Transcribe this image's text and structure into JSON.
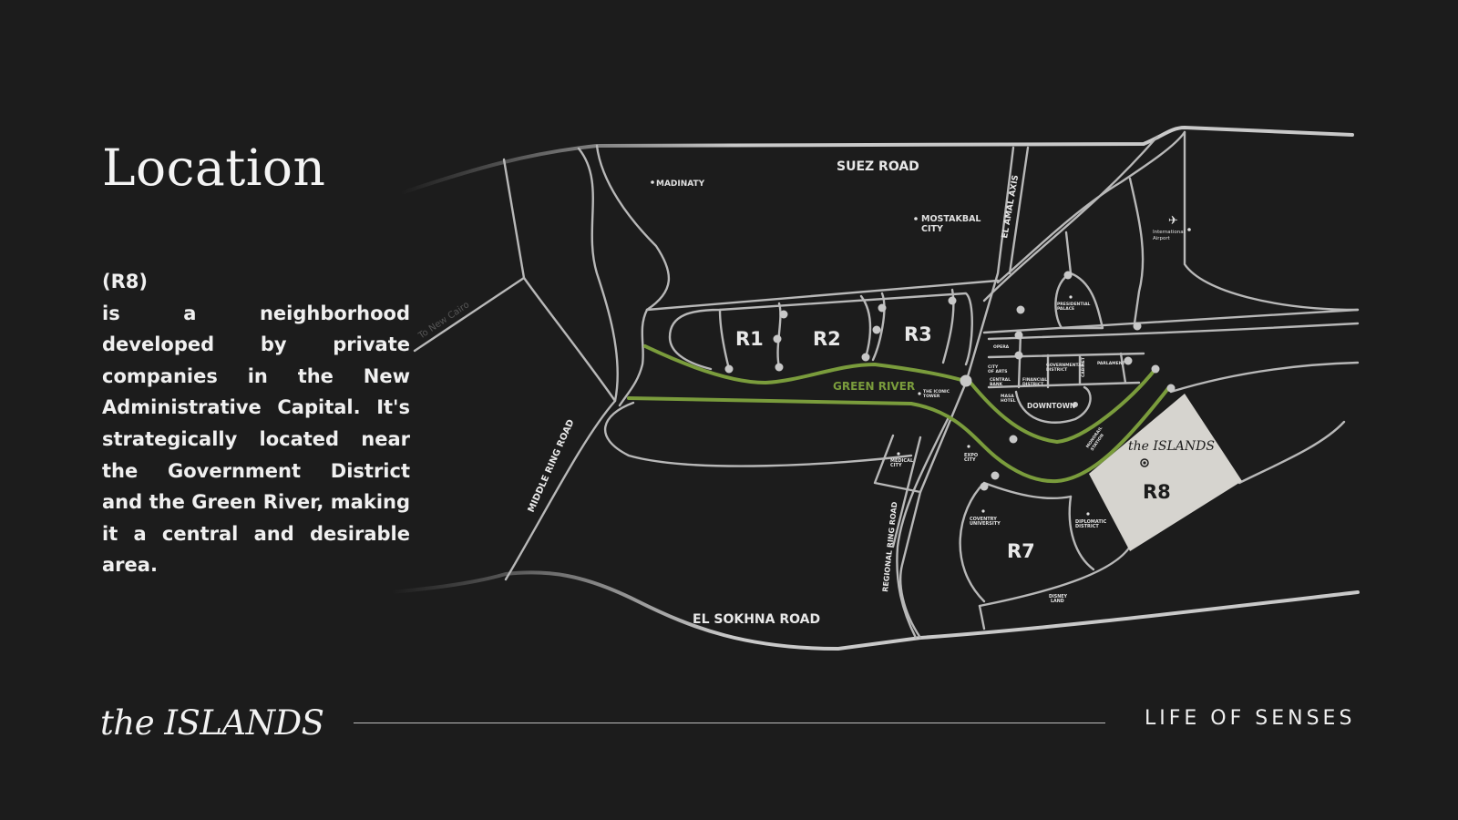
{
  "page": {
    "title": "Location",
    "description_code": "(R8)",
    "description": "is a neighborhood developed by private companies in the New Administrative Capital. It's strategically located near the Government District and the Green River, making it a central and desirable area."
  },
  "map": {
    "roads": {
      "suez": "SUEZ ROAD",
      "sokhna": "EL SOKHNA ROAD",
      "middle_ring": "MIDDLE RING ROAD",
      "regional_ring": "REGIONAL RING ROAD",
      "amal_axis": "EL AMAL AXIS",
      "to_new_cairo": "To New Cairo"
    },
    "zones": {
      "r1": "R1",
      "r2": "R2",
      "r3": "R3",
      "r7": "R7",
      "r8": "R8"
    },
    "river": "GREEN RIVER",
    "places": {
      "madinaty": "MADINATY",
      "mostakbal_1": "MOSTAKBAL",
      "mostakbal_2": "CITY",
      "airport_1": "International",
      "airport_2": "Airport",
      "presidential_1": "PRESIDENTIAL",
      "presidential_2": "PALACE",
      "opera": "OPERA",
      "city_of_arts_1": "CITY",
      "city_of_arts_2": "OF ARTS",
      "governmental_1": "GOVERNMENTAL",
      "governmental_2": "DISTRICT",
      "parlament": "PARLAMENT",
      "cabinet": "CABINET",
      "central_bank_1": "CENTRAL",
      "central_bank_2": "BANK",
      "financial_1": "FINANCIAL",
      "financial_2": "DISTRICT",
      "masa_1": "MASA",
      "masa_2": "HOTEL",
      "iconic_1": "THE ICONIC",
      "iconic_2": "TOWER",
      "downtown": "DOWNTOWN",
      "monorail_1": "MONORAIL",
      "monorail_2": "STATION",
      "medical_1": "MEDICAL",
      "medical_2": "CITY",
      "expo_1": "EXPO",
      "expo_2": "CITY",
      "coventry_1": "COVENTRY",
      "coventry_2": "UNIVERSITY",
      "diplomatic_1": "DIPLOMATIC",
      "diplomatic_2": "DISTRICT",
      "disney_1": "DISNEY",
      "disney_2": "LAND"
    },
    "project_logo": "the ISLANDS",
    "colors": {
      "road": "#bfbfbf",
      "highway": "#c9c9c9",
      "river": "#7a9c3c",
      "r8_fill": "#d6d4cf"
    }
  },
  "footer": {
    "logo": "the ISLANDS",
    "tagline": "LIFE OF SENSES"
  }
}
